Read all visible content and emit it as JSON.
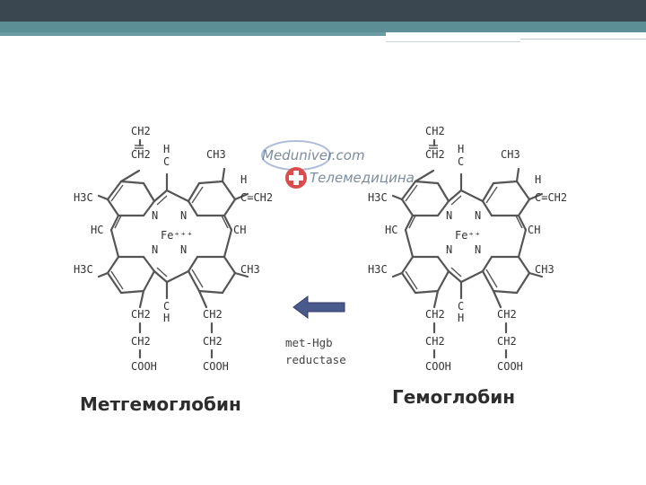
{
  "molecules": [
    {
      "id": "methemoglobin",
      "caption": "Метгемоглобин",
      "iron": "Fe⁺⁺⁺",
      "labels": {
        "vinyl_top_ch2": "CH2",
        "vinyl_top_ch": "CH2",
        "meso_top_h": "H",
        "meso_top_c": "C",
        "methyl_top_right": "CH3",
        "vinyl_right_h": "H",
        "vinyl_right": "C=CH2",
        "methyl_left_top": "H3C",
        "meso_left": "HC",
        "meso_right": "CH",
        "methyl_left_bottom": "H3C",
        "methyl_right_bottom": "CH3",
        "n_top_left": "N",
        "n_top_right": "N",
        "n_bottom_left": "N",
        "n_bottom_right": "N",
        "chain_left_1": "CH2",
        "chain_left_2": "CH2",
        "chain_left_3": "COOH",
        "meso_bottom_c": "C",
        "meso_bottom_h": "H",
        "chain_right_1": "CH2",
        "chain_right_2": "CH2",
        "chain_right_3": "COOH"
      }
    },
    {
      "id": "hemoglobin",
      "caption": "Гемоглобин",
      "iron": "Fe⁺⁺",
      "labels": {
        "vinyl_top_ch2": "CH2",
        "vinyl_top_ch": "CH2",
        "meso_top_h": "H",
        "meso_top_c": "C",
        "methyl_top_right": "CH3",
        "vinyl_right_h": "H",
        "vinyl_right": "C=CH2",
        "methyl_left_top": "H3C",
        "meso_left": "HC",
        "meso_right": "CH",
        "methyl_left_bottom": "H3C",
        "methyl_right_bottom": "CH3",
        "n_top_left": "N",
        "n_top_right": "N",
        "n_bottom_left": "N",
        "n_bottom_right": "N",
        "chain_left_1": "CH2",
        "chain_left_2": "CH2",
        "chain_left_3": "COOH",
        "meso_bottom_c": "C",
        "meso_bottom_h": "H",
        "chain_right_1": "CH2",
        "chain_right_2": "CH2",
        "chain_right_3": "COOH"
      }
    }
  ],
  "enzyme": {
    "line1": "met-Hgb",
    "line2": "reductase",
    "arrow_direction": "left",
    "arrow_color": "#4a5a8c"
  },
  "watermark": {
    "line1": "Meduniver.com",
    "line2": "Телемедицина",
    "icon": "red-cross-icon",
    "cross_color": "#d63a3a"
  },
  "colors": {
    "top_band": "#3b4750",
    "top_stripe": "#5c8e96"
  }
}
